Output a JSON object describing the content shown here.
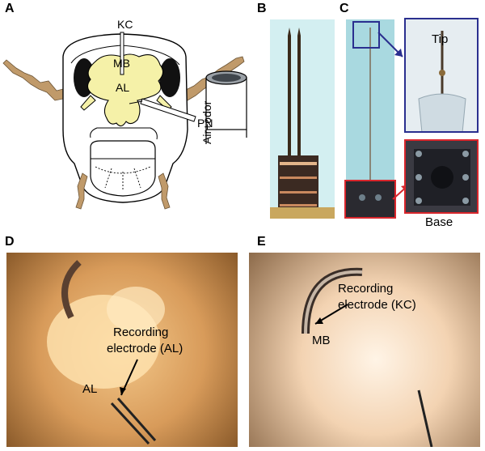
{
  "panel_labels": {
    "a": "A",
    "b": "B",
    "c": "C",
    "d": "D",
    "e": "E"
  },
  "panel_a": {
    "kc": "KC",
    "mb": "MB",
    "al": "AL",
    "pn": "PN",
    "air_odor": "Air+odor"
  },
  "panel_c": {
    "tip": "Tip",
    "base": "Base"
  },
  "panel_d": {
    "recording_line1": "Recording",
    "recording_line2": "electrode (AL)",
    "al": "AL"
  },
  "panel_e": {
    "recording_line1": "Recording",
    "recording_line2": "electrode (KC)",
    "mb": "MB"
  },
  "colors": {
    "brain_fill": "#f5f1a8",
    "antenna": "#c09a6a",
    "blue_box": "#2a2f8f",
    "red_box": "#d9262c"
  }
}
